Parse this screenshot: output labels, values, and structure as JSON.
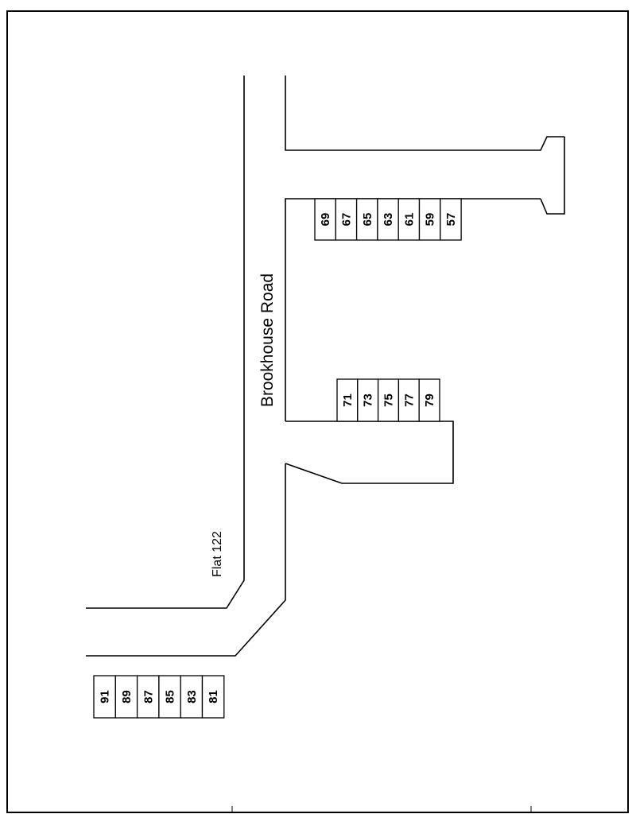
{
  "road_name": "Brookhouse Road",
  "flat_label": "Flat 122",
  "house_groups": [
    {
      "id": "top-right-row",
      "numbers": [
        "69",
        "67",
        "65",
        "63",
        "61",
        "59",
        "57"
      ]
    },
    {
      "id": "middle-row",
      "numbers": [
        "71",
        "73",
        "75",
        "77",
        "79"
      ]
    },
    {
      "id": "bottom-left-row",
      "numbers": [
        "91",
        "89",
        "87",
        "85",
        "83",
        "81"
      ]
    }
  ]
}
